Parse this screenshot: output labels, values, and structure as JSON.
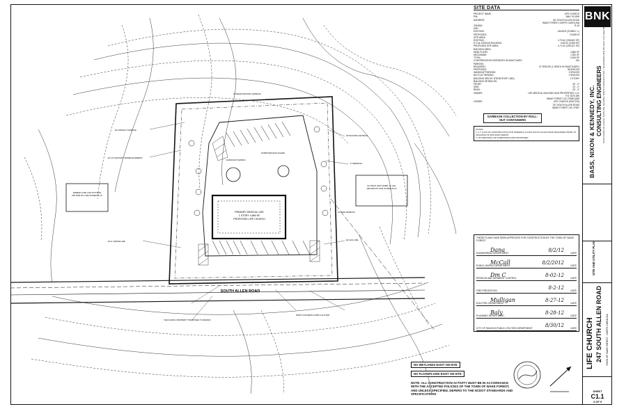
{
  "site_data": {
    "title": "SITE DATA",
    "rows": [
      {
        "k": "PROJECT NAME:",
        "v": "LIFE CHURCH"
      },
      {
        "k": "PIN:",
        "v": "1840-76-3399"
      },
      {
        "k": "ADDRESS:",
        "v": "247 SOUTH ALLEN ROAD"
      },
      {
        "k": "",
        "v": "WAKE FOREST, NORTH CAROLINA"
      },
      {
        "k": "ZONING:",
        "v": "R-15"
      },
      {
        "k": "USE:",
        "v": ""
      },
      {
        "k": "EXISTING:",
        "v": "VACANT (ZONED: 1.)"
      },
      {
        "k": "PROPOSED:",
        "v": "CHURCH"
      },
      {
        "k": "SITE AREA:",
        "v": ""
      },
      {
        "k": "EXISTING:",
        "v": "4.79 AC (208,822 SF)"
      },
      {
        "k": "R.O.W. DEDICATION AREA:",
        "v": "0.08 AC (3,495 SF)"
      },
      {
        "k": "PROPOSED SITE AREA:",
        "v": "4.71 AC (205,327 SF)"
      },
      {
        "k": "BUILDING AREA:",
        "v": ""
      },
      {
        "k": "MAIN FLOOR:",
        "v": "4,884 SF"
      },
      {
        "k": "MEZZANINE:",
        "v": "1,300 SF"
      },
      {
        "k": "TOTAL:",
        "v": "6,184 SF"
      },
      {
        "k": "CONGREGATION SIZE/SEATS IN SANCTUARY:",
        "v": "150"
      },
      {
        "k": "PARKING:",
        "v": ""
      },
      {
        "k": "REQUIRED:",
        "v": "37 SPACES (1 SEAT/4 IN SANCTUARY)"
      },
      {
        "k": "PROPOSED:",
        "v": "38 SPACES"
      },
      {
        "k": "HANDICAP PARKING:",
        "v": "2 SPACES"
      },
      {
        "k": "BICYCLE PARKING:",
        "v": "2 SPACES"
      },
      {
        "k": "BUILDING HEIGHT (FROM ROOF LINE):",
        "v": "1 STORY"
      },
      {
        "k": "BUILDING SETBACKS:",
        "v": ""
      },
      {
        "k": "FRONT:",
        "v": "30' - 0\""
      },
      {
        "k": "SIDE:",
        "v": "10' - 0\""
      },
      {
        "k": "REAR:",
        "v": "25' - 0\""
      },
      {
        "k": "OWNER:",
        "v": "LIFE MEDICAL BUILDING AND PROPERTIES, LLC"
      },
      {
        "k": "",
        "v": "P.O. BOX 489"
      },
      {
        "k": "",
        "v": "WAKE FOREST, NC 27588-0489"
      },
      {
        "k": "LESSEE:",
        "v": "LIFE CHURCH (PASTOR)"
      },
      {
        "k": "",
        "v": "247 SOUTH ALLEN ROAD"
      },
      {
        "k": "",
        "v": "WAKE FOREST, NC 27587"
      }
    ],
    "garbage_note": "GARBAGE COLLECTION BY ROLL-OUT CONTAINERS",
    "notes": [
      "NOTES:",
      "1. A 7' (1.0% OF CONSTRUCTION FOR SIDEWALK ALONG SOUTH ALLEN ROAD REQUIRED PRIOR TO ISSUANCE OF BUILDING PERMIT.",
      "2. NO REZONING OR SUBDIVISION WAS PROPOSED."
    ]
  },
  "approval": {
    "intro": "THESE PLANS HAVE BEEN APPROVED FOR CONSTRUCTION BY THE TOWN OF WAKE FOREST",
    "rows": [
      {
        "dept": "ENGINEERING DEPARTMENT",
        "sig": "Dana",
        "date": "8/2/12"
      },
      {
        "dept": "PUBLIC WORKS DEPARTMENT",
        "sig": "McCall",
        "date": "8/2/2012"
      },
      {
        "dept": "EROSION AND SEDIMENT CONTROL",
        "sig": "Dm C",
        "date": "8-02-12"
      },
      {
        "dept": "FIRE PREVENTION",
        "sig": "",
        "date": "8-2-12"
      },
      {
        "dept": "ELECTRIC DEPARTMENT",
        "sig": "Mulligan",
        "date": "8-27-12"
      },
      {
        "dept": "PLANNING DEPARTMENT",
        "sig": "Baly",
        "date": "8-28-12"
      },
      {
        "dept": "CITY OF RALEIGH PUBLIC UTILITIES DEPARTMENT",
        "sig": "",
        "date": "8/30/12"
      }
    ],
    "date_label": "DATE"
  },
  "title_block": {
    "logo": "BNK",
    "firm": "BASS, NIXON & KENNEDY, INC.",
    "firm_sub": "CONSULTING ENGINEERS",
    "firm_addr": "6310 CHAPEL HILL ROAD, SUITE 250, RALEIGH, NORTH CAROLINA 27607 • TELEPHONE (919) 851-4422 • FAX (919) 851-8968",
    "project": "LIFE CHURCH",
    "address": "247 SOUTH ALLEN ROAD",
    "town": "TOWN OF WAKE FOREST · NORTH CAROLINA",
    "plan_title": "SITE AND UTILITY PLAN",
    "sheet_label": "SHEET",
    "sheet_no": "C1.1",
    "sheet_of": "3 OF 5"
  },
  "plan": {
    "road": "SOUTH ALLEN ROAD",
    "building": "PRIMARY MEDICAL USE 1 STORY 4,884 SF PROPOSED LIFE CHURCH",
    "wetlands": "NO WETLANDS EXIST ON-SITE",
    "floodplains": "NO FLOODPLAINS EXIST ON-SITE",
    "construction_note": "NOTE: ALL CONSTRUCTION ACTIVITY MUST BE IN ACCORDANCE WITH THE ACCEPTED POLICIES OF THE TOWN OF WAKE FOREST, AND UNLESS SPECIFIED, DEFERS TO THE NCDOT STANDARDS AND SPECIFICATIONS",
    "callouts": [
      "EX ASPHALT SURFACE",
      "EX 10' SANITARY SEWER EASEMENT",
      "EX 6\" WATER LINE",
      "30' BUILDING SETBACK",
      "6' SIDEWALK",
      "EX GAS LINE",
      "ROBERT AND LISA PITTMAN DB 1500 PG 1360 ZONED R-15",
      "CLYDE B. AND HAZEL R. HILL DB 1600 PG 2311 ZONED R-15",
      "THE CHURCH PROPERTY PROPOSED TO REMAIN",
      "HANDICAP PARKING",
      "DUMPSTER ENCLOSURE",
      "PROP CONCRETE CURB & GUTTER",
      "25' REAR BUILDING SETBACK",
      "10' SIDE SETBACK"
    ]
  }
}
